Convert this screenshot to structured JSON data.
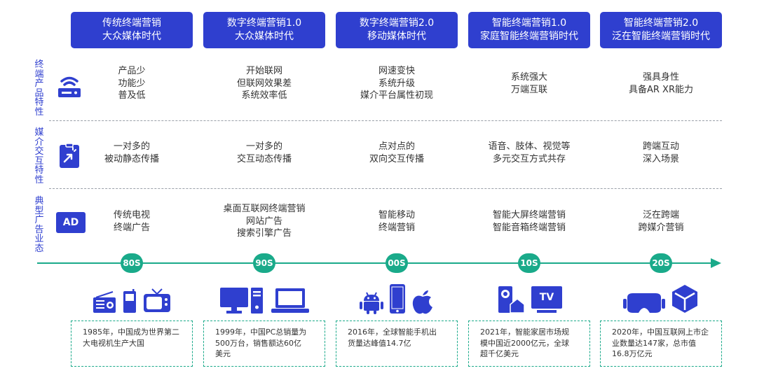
{
  "eras": [
    {
      "line1": "传统终端营销",
      "line2": "大众媒体时代"
    },
    {
      "line1": "数字终端营销1.0",
      "line2": "大众媒体时代"
    },
    {
      "line1": "数字终端营销2.0",
      "line2": "移动媒体时代"
    },
    {
      "line1": "智能终端营销1.0",
      "line2": "家庭智能终端营销时代"
    },
    {
      "line1": "智能终端营销2.0",
      "line2": "泛在智能终端营销时代"
    }
  ],
  "rows": [
    {
      "label": [
        "终",
        "端",
        "产",
        "品",
        "特",
        "性"
      ],
      "icon": "router-icon",
      "cells": [
        [
          "产品少",
          "功能少",
          "普及低"
        ],
        [
          "开始联网",
          "但联网效果差",
          "系统效率低"
        ],
        [
          "网速变快",
          "系统升级",
          "媒介平台属性初现"
        ],
        [
          "系统强大",
          "万端互联"
        ],
        [
          "强具身性",
          "具备AR XR能力"
        ]
      ]
    },
    {
      "label": [
        "媒",
        "介",
        "交",
        "互",
        "特",
        "性"
      ],
      "icon": "tap-interaction-icon",
      "cells": [
        [
          "一对多的",
          "被动静态传播"
        ],
        [
          "一对多的",
          "交互动态传播"
        ],
        [
          "点对点的",
          "双向交互传播"
        ],
        [
          "语音、肢体、视觉等",
          "多元交互方式共存"
        ],
        [
          "跨端互动",
          "深入场景"
        ]
      ]
    },
    {
      "label": [
        "典",
        "型",
        "广",
        "告",
        "业",
        "态"
      ],
      "icon": "ad-icon",
      "icon_text": "AD",
      "cells": [
        [
          "传统电视",
          "终端广告"
        ],
        [
          "桌面互联网终端营销",
          "网站广告",
          "搜索引擎广告"
        ],
        [
          "智能移动",
          "终端营销"
        ],
        [
          "智能大屏终端营销",
          "智能音箱终端营销"
        ],
        [
          "泛在跨端",
          "跨媒介营销"
        ]
      ]
    }
  ],
  "timeline": {
    "badges": [
      "80S",
      "90S",
      "00S",
      "10S",
      "20S"
    ]
  },
  "devices": [
    {
      "icons": [
        "radio-icon",
        "phone-icon",
        "tv-icon"
      ]
    },
    {
      "icons": [
        "desktop-icon",
        "laptop-icon"
      ]
    },
    {
      "icons": [
        "android-icon",
        "smartphone-icon",
        "apple-icon"
      ]
    },
    {
      "icons": [
        "smart-home-icon"
      ],
      "tv_label": "TV"
    },
    {
      "icons": [
        "vr-headset-icon",
        "cube-icon"
      ]
    }
  ],
  "facts": [
    [
      "1985年，中国成为世界第二",
      "大电视机生产大国"
    ],
    [
      "1999年，中国PC总销量为",
      "500万台，销售额达60亿",
      "美元"
    ],
    [
      "2016年，全球智能手机出",
      "货量达峰值14.7亿"
    ],
    [
      "2021年，智能家居市场规",
      "模中国近2000亿元，全球",
      "超千亿美元"
    ],
    [
      "2020年，中国互联网上市企",
      "业数量达147家，总市值",
      "16.8万亿元"
    ]
  ],
  "colors": {
    "primary": "#2f3fcf",
    "timeline": "#1aaa8a",
    "divider": "#9aa0a8"
  }
}
